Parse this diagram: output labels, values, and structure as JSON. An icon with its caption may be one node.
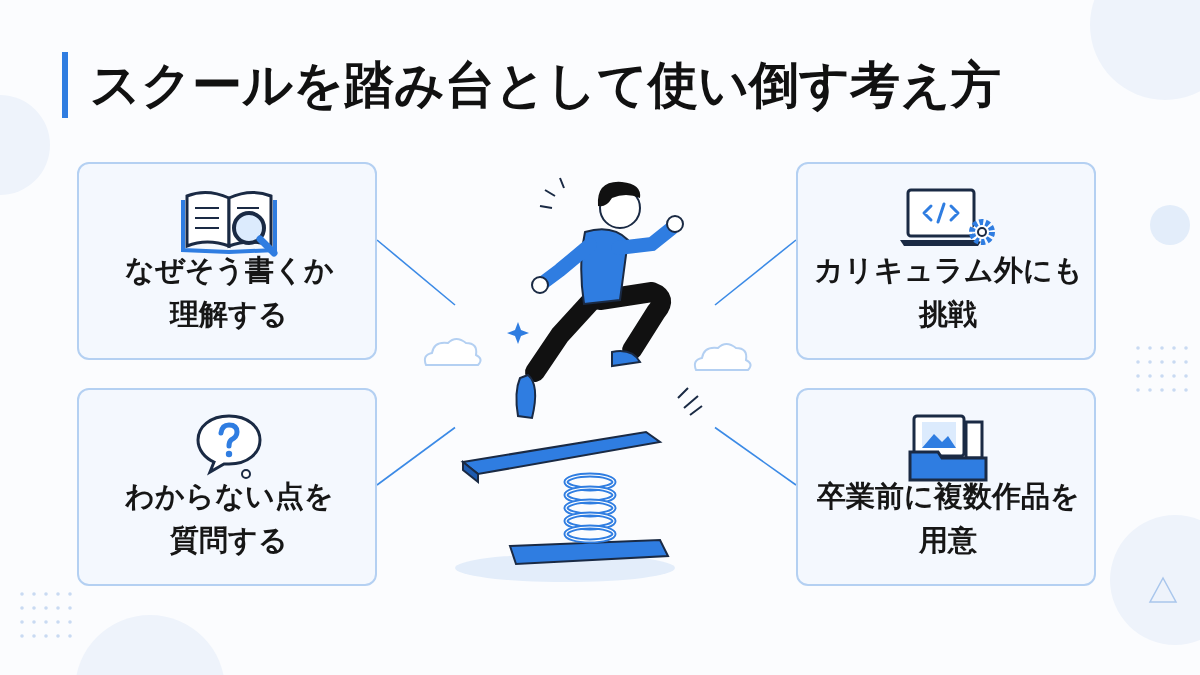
{
  "diagram": {
    "title": "スクールを踏み台として使い倒す考え方",
    "nodes": [
      {
        "text": [
          "なぜそう書くか理解する"
        ]
      },
      {
        "text": [
          "カリキュラム外にも挑戦"
        ]
      },
      {
        "text": [
          "わからない点を質問する"
        ]
      },
      {
        "text": [
          "卒業前に複数作品を用意"
        ]
      },
      {
        "text": [],
        "shape": "picture"
      }
    ],
    "edges": [
      {
        "from": 0,
        "to": 4,
        "arrow": "none"
      },
      {
        "from": 1,
        "to": 4,
        "arrow": "none"
      },
      {
        "from": 2,
        "to": 4,
        "arrow": "none"
      },
      {
        "from": 3,
        "to": 4,
        "arrow": "none"
      }
    ]
  }
}
